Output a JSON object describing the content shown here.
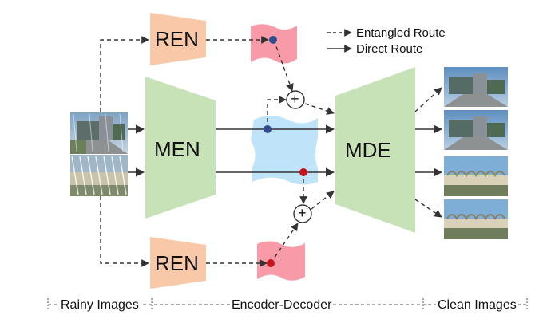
{
  "blocks": {
    "ren_top": "REN",
    "ren_bottom": "REN",
    "men": "MEN",
    "mde": "MDE"
  },
  "legend": {
    "entangled": "Entangled Route",
    "direct": "Direct Route"
  },
  "footer": {
    "rainy": "Rainy Images",
    "encoder_decoder": "Encoder-Decoder",
    "clean": "Clean Images"
  },
  "operators": {
    "top_plus": "+",
    "bottom_plus": "+"
  },
  "colors": {
    "ren_fill": "#f8c8a8",
    "men_fill": "#c8e2b8",
    "mde_fill": "#c8e2b8",
    "rain_feature_fill": "#f89aa8",
    "background_feature_fill": "#bfe3f8",
    "blue_node": "#2f4c8f",
    "red_node": "#c8141c"
  }
}
